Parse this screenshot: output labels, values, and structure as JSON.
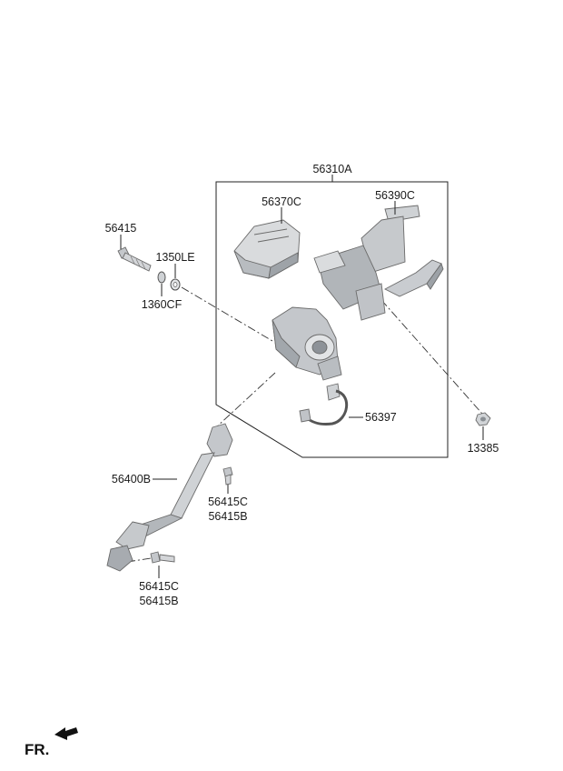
{
  "labels": {
    "assembly": "56310A",
    "cover": "56370C",
    "column_tube": "56390C",
    "bolt": "56415",
    "washer_a": "1350LE",
    "washer_b": "1360CF",
    "wire": "56397",
    "nut": "13385",
    "shaft": "56400B",
    "bolt_upper_c": "56415C",
    "bolt_upper_b": "56415B",
    "bolt_lower_c": "56415C",
    "bolt_lower_b": "56415B"
  },
  "front_indicator": "FR.",
  "colors": {
    "line": "#222222",
    "part_fill": "#d4d6d8",
    "part_shade": "#a9adb1",
    "part_dark": "#7c8186"
  }
}
